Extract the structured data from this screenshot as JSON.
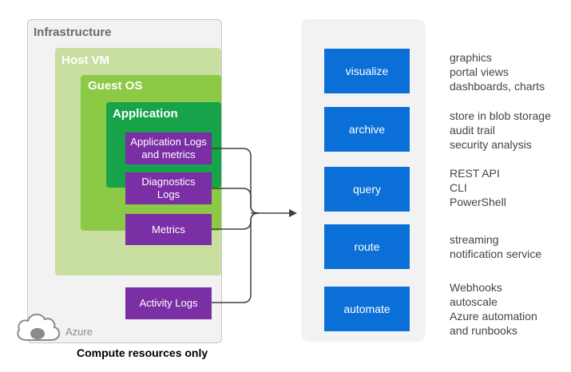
{
  "layers": {
    "infrastructure": "Infrastructure",
    "host_vm": "Host VM",
    "guest_os": "Guest OS",
    "application": "Application"
  },
  "sources": {
    "application_logs": "Application Logs\nand metrics",
    "diagnostics_logs": "Diagnostics\nLogs",
    "metrics": "Metrics",
    "activity_logs": "Activity Logs"
  },
  "azure_badge": {
    "icon": "azure-cloud-icon",
    "label": "Azure"
  },
  "footnote": "Compute resources only",
  "destinations": [
    {
      "label": "visualize",
      "description": "graphics\nportal views\ndashboards, charts"
    },
    {
      "label": "archive",
      "description": "store in blob storage\naudit trail\nsecurity analysis"
    },
    {
      "label": "query",
      "description": "REST API\nCLI\nPowerShell"
    },
    {
      "label": "route",
      "description": "streaming\nnotification service"
    },
    {
      "label": "automate",
      "description": "Webhooks\nautoscale\nAzure automation\nand runbooks"
    }
  ],
  "colors": {
    "infrastructure": "#f2f2f2",
    "host_vm": "#c9dfa1",
    "guest_os": "#8cca46",
    "application": "#16a34a",
    "source_box": "#7b2fa5",
    "destination_box": "#0a6fd6",
    "arrow": "#404040"
  }
}
